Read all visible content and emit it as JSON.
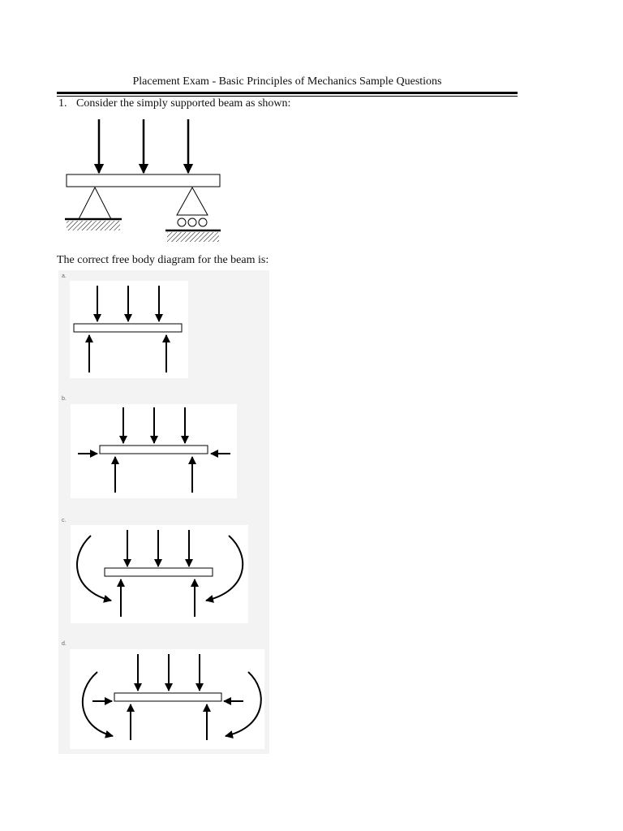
{
  "header": {
    "title": "Placement Exam - Basic Principles of Mechanics Sample Questions"
  },
  "question": {
    "number": "1.",
    "text": "Consider the simply supported beam as shown:"
  },
  "prompt": "The correct free body diagram for the beam is:",
  "options": [
    {
      "label": "a."
    },
    {
      "label": "b."
    },
    {
      "label": "c."
    },
    {
      "label": "d."
    }
  ],
  "colors": {
    "panel_background": "#f3f3f3",
    "ink": "#000000"
  }
}
